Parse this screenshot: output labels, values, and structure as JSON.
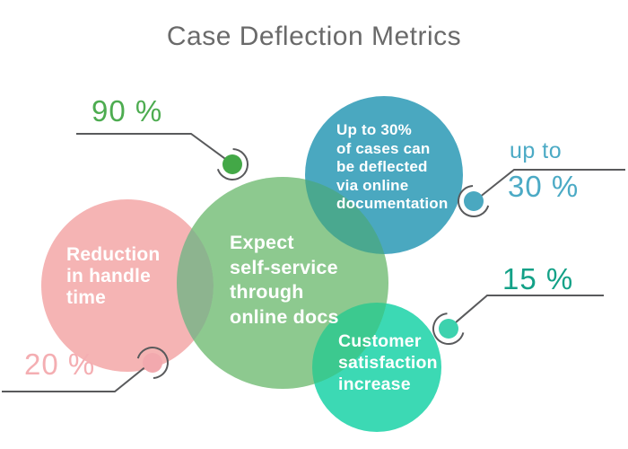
{
  "title": "Case Deflection Metrics",
  "chart_data": {
    "type": "bubble",
    "title": "Case Deflection Metrics",
    "items": [
      {
        "label": "Expect self-service through online docs",
        "value_pct": 90,
        "callout": "90 %",
        "color": "#8dc98f"
      },
      {
        "label": "Reduction in handle time",
        "value_pct": 20,
        "callout": "20 %",
        "color": "#f5b4b4"
      },
      {
        "label": "Up to 30% of cases can be deflected via online documentation",
        "value_pct": 30,
        "callout": "up to 30 %",
        "color": "#4aa8c0"
      },
      {
        "label": "Customer satisfaction increase",
        "value_pct": 15,
        "callout": "15 %",
        "color": "#3cd9b4"
      }
    ],
    "legend_position": "none",
    "grid": false
  },
  "bubbles": [
    {
      "id": "handle-time",
      "color": "#f5b4b4",
      "lines": [
        "Reduction",
        "in handle",
        "time"
      ]
    },
    {
      "id": "self-service",
      "color": "#8dc98f",
      "lines": [
        "Expect",
        "self-service",
        "through",
        "online docs"
      ]
    },
    {
      "id": "deflected",
      "color": "#4aa8c0",
      "lines": [
        "Up to 30%",
        "of cases can",
        "be deflected",
        "via online",
        "documentation"
      ]
    },
    {
      "id": "satisfaction",
      "color": "#3cd9b4",
      "lines": [
        "Customer",
        "satisfaction",
        "increase"
      ]
    }
  ],
  "callouts": [
    {
      "value": "90 %",
      "color": "#4dac50",
      "dot_color": "#43a847"
    },
    {
      "value": "20 %",
      "color": "#f4aeb2",
      "dot_color": "#f2a9ae"
    },
    {
      "prefix": "up to",
      "value": "30 %",
      "color": "#4baac5",
      "dot_color": "#4aa8c0"
    },
    {
      "value": "15 %",
      "color": "#13a187",
      "dot_color": "#3dd2ae"
    }
  ],
  "leader_line_color": "#595a5c",
  "title_color": "#6a6a6a"
}
